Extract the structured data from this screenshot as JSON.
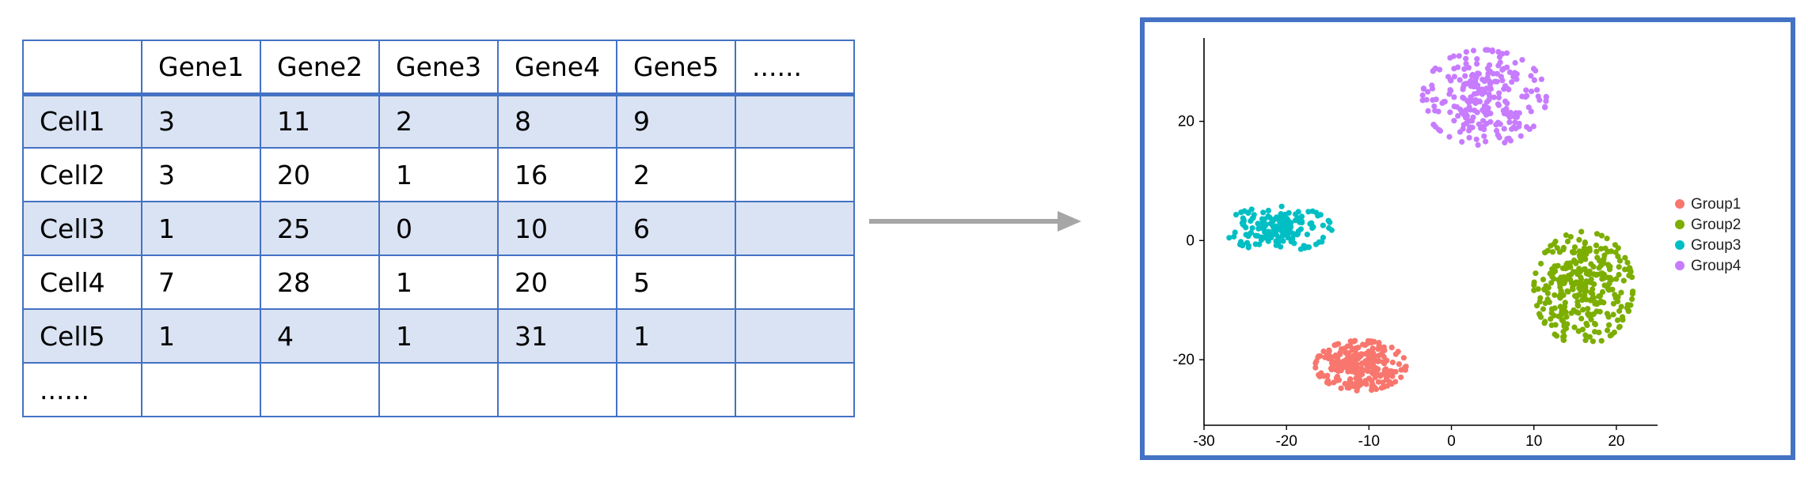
{
  "table": {
    "header": [
      "",
      "Gene1",
      "Gene2",
      "Gene3",
      "Gene4",
      "Gene5",
      "......"
    ],
    "rows": [
      [
        "Cell1",
        "3",
        "11",
        "2",
        "8",
        "9",
        ""
      ],
      [
        "Cell2",
        "3",
        "20",
        "1",
        "16",
        "2",
        ""
      ],
      [
        "Cell3",
        "1",
        "25",
        "0",
        "10",
        "6",
        ""
      ],
      [
        "Cell4",
        "7",
        "28",
        "1",
        "20",
        "5",
        ""
      ],
      [
        "Cell5",
        "1",
        "4",
        "1",
        "31",
        "1",
        ""
      ],
      [
        "......",
        "",
        "",
        "",
        "",
        "",
        ""
      ]
    ],
    "colors": {
      "border": "#4472c4",
      "shade": "#dae3f3"
    }
  },
  "arrow": {
    "color": "#a6a6a6"
  },
  "chart_data": {
    "type": "scatter",
    "xlim": [
      -30,
      25
    ],
    "ylim": [
      -31,
      34
    ],
    "x_ticks": [
      "-30",
      "-20",
      "-10",
      "0",
      "10",
      "20"
    ],
    "y_ticks": [
      "-20",
      "0",
      "20"
    ],
    "legend_position": "right",
    "grid": false,
    "series": [
      {
        "name": "Group1",
        "color": "#f8766d",
        "center": [
          -11,
          -21
        ],
        "spread": [
          5.5,
          4.2
        ],
        "n": 240
      },
      {
        "name": "Group2",
        "color": "#7cae00",
        "center": [
          16,
          -8
        ],
        "spread": [
          6,
          9.5
        ],
        "n": 320
      },
      {
        "name": "Group3",
        "color": "#00bfc4",
        "center": [
          -21,
          2
        ],
        "spread": [
          6.5,
          3.8
        ],
        "n": 160
      },
      {
        "name": "Group4",
        "color": "#c77cff",
        "center": [
          4,
          24
        ],
        "spread": [
          7.5,
          8
        ],
        "n": 260
      }
    ]
  }
}
